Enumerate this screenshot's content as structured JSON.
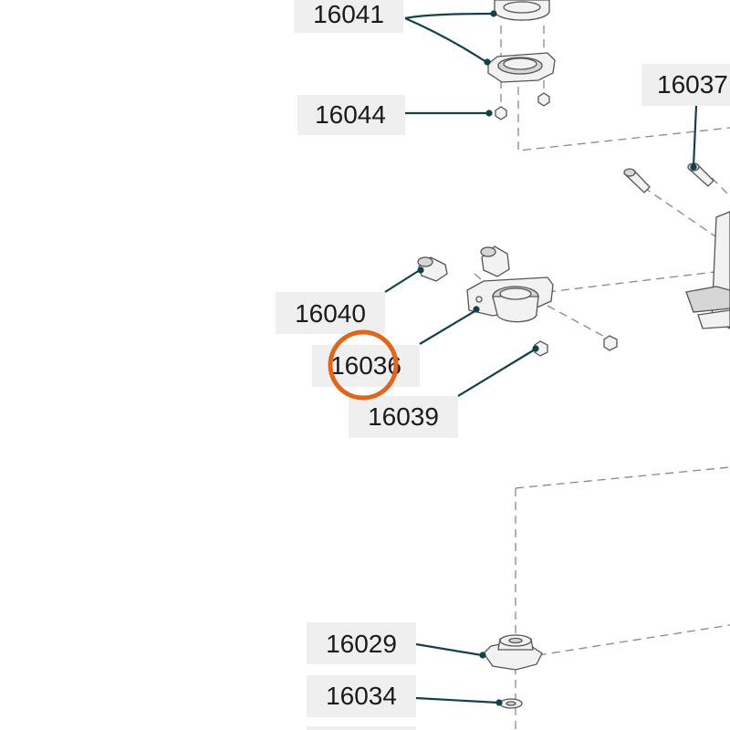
{
  "diagram": {
    "labels": {
      "p16041": "16041",
      "p16044": "16044",
      "p16037": "16037",
      "p16040": "16040",
      "p16036": "16036",
      "p16039": "16039",
      "p16029": "16029",
      "p16034": "16034"
    },
    "highlight": {
      "target": "16036",
      "color": "#e0661c"
    },
    "colors": {
      "leader": "#14404a",
      "label_background": "#efefef"
    }
  }
}
